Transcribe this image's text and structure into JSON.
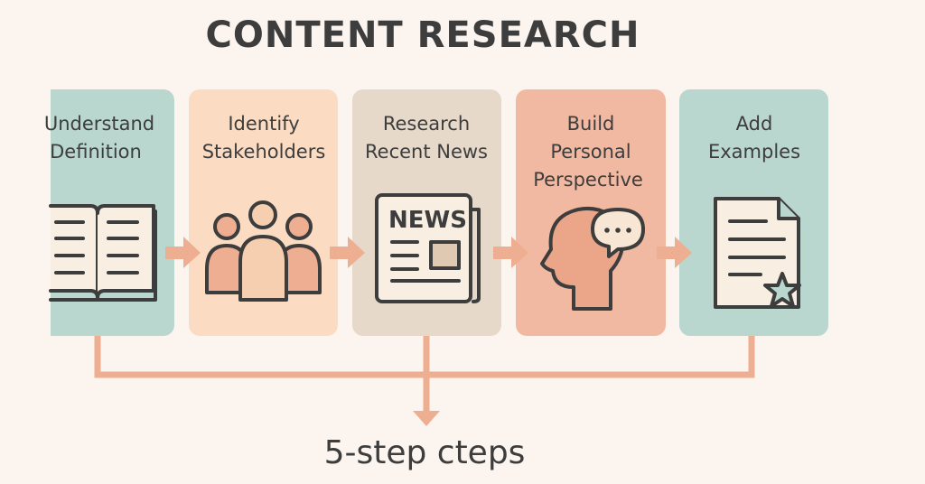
{
  "title": "CONTENT RESEARCH",
  "steps": [
    {
      "line1": "Understand",
      "line2": "Definition",
      "icon": "open-book-icon",
      "color": "#b9d6cf"
    },
    {
      "line1": "Identify",
      "line2": "Stakeholders",
      "icon": "people-group-icon",
      "color": "#fbdcc3"
    },
    {
      "line1": "Research",
      "line2": "Recent News",
      "icon": "newspaper-icon",
      "color": "#e7d9c9",
      "icon_text": "NEWS"
    },
    {
      "line1": "Build",
      "line2": "Personal",
      "line3": "Perspective",
      "icon": "head-speech-bubble-icon",
      "color": "#f1b9a2"
    },
    {
      "line1": "Add",
      "line2": "Examples",
      "icon": "document-star-icon",
      "color": "#b9d6cf"
    }
  ],
  "footer": "5-step cteps",
  "colors": {
    "background": "#fcf5ef",
    "arrow": "#eeae92",
    "text": "#3d3d3d"
  }
}
